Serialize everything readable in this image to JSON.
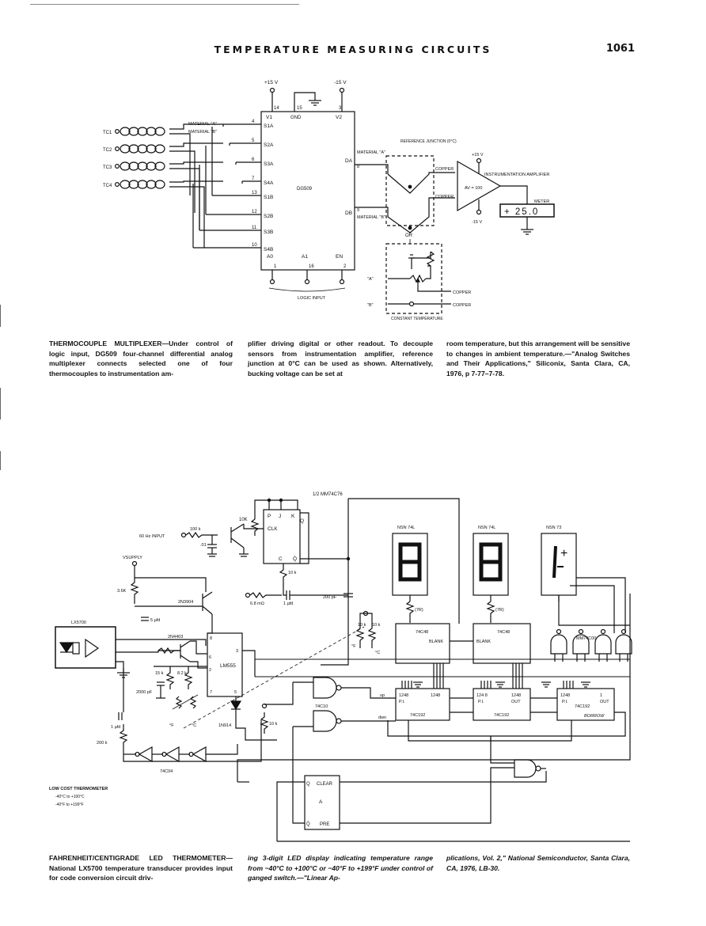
{
  "header": {
    "title": "TEMPERATURE MEASURING CIRCUITS",
    "page_number": "1061"
  },
  "fig1": {
    "supply_pos": "+15 V",
    "supply_neg": "-15 V",
    "pin14": "14",
    "pin15": "15",
    "pin3": "3",
    "v1": "V1",
    "gnd": "GND",
    "v2": "V2",
    "tc1": "TC1",
    "tc2": "TC2",
    "tc3": "TC3",
    "tc4": "TC4",
    "material_a": "MATERIAL \"A\"",
    "material_b": "MATERIAL \"B\"",
    "pins_left": [
      "4",
      "5",
      "6",
      "7",
      "13",
      "12",
      "11",
      "10"
    ],
    "switches": [
      "S1A",
      "S2A",
      "S3A",
      "S4A",
      "S1B",
      "S2B",
      "S3B",
      "S4B"
    ],
    "chip": "DG509",
    "da": "DA",
    "db": "DB",
    "pin8": "8",
    "pin9": "9",
    "out_mat_a": "MATERIAL \"A\"",
    "out_mat_b": "MATERIAL \"B\"",
    "a0": "A0",
    "a1": "A1",
    "en": "EN",
    "pin1": "1",
    "pin16": "16",
    "pin2": "2",
    "logic_input": "LOGIC INPUT",
    "ref_junction": "REFERENCE JUNCTION (0°C)",
    "copper1": "COPPER",
    "copper2": "COPPER",
    "amp_supply_pos": "+15 V",
    "amp_supply_neg": "-15 V",
    "amp_label": "INSTRUMENTATION AMPLIFIER",
    "av": "AV = 100",
    "meter": "METER",
    "meter_reading": "+ 25.0",
    "or": "OR",
    "junction_a": "\"A\"",
    "junction_b": "\"B\"",
    "copper3": "COPPER",
    "copper4": "COPPER",
    "constant_temp": "CONSTANT TEMPERATURE"
  },
  "caption1": {
    "title": "THERMOCOUPLE MULTIPLEXER",
    "col1": "—Under control of logic input, DG509 four-channel differential analog multiplexer connects selected one of four thermocouples to instrumentation am-",
    "col2": "plifier driving digital or other readout. To decouple sensors from instrumentation amplifier, reference junction at 0°C can be used as shown. Alternatively, bucking voltage can be set at",
    "col3": "room temperature, but this arrangement will be sensitive to changes in ambient temperature.—\"Analog Switches and Their Applications,\" Siliconix, Santa Clara, CA, 1976, p 7-77–7-78."
  },
  "fig2": {
    "ff_label": "1/2 MM74C76",
    "p": "P",
    "j": "J",
    "k": "K",
    "clk": "CLK",
    "q": "Q",
    "c": "C",
    "qbar": "Q̄",
    "r10k_top": "10K",
    "r100k": "100 k",
    "input_60hz": "60 Hz INPUT",
    "cap01": ".01",
    "vsupply": "VSUPPLY",
    "r36k": "3.6K",
    "t2n3904": "2N3904",
    "cap5uf": "5 µfd",
    "lx5700": "LX5700",
    "t2n4403": "2N4403",
    "r10k_mid": "10 k",
    "r68meg": "6.8 mΩ",
    "cap1uf": "1 µfd",
    "cap200pf": "200 pF",
    "lm555": "LM555",
    "pin8": "8",
    "pin3": "3",
    "pin6": "6",
    "pin2": "2",
    "pin7": "7",
    "pin5": "5",
    "r15k": "15 k",
    "r82k": "8.2 k",
    "cap2000pf": "2000 pF",
    "f_label": "°F",
    "c_label": "°C",
    "d1n914": "1N914",
    "cap1uf_b": "1 µfd",
    "r200k": "200 k",
    "inv74c04": "74C04",
    "r10k_a": "10 k",
    "r10k_b": "10 k",
    "f_label2": "°F",
    "c_label2": "°C",
    "nand74c10": "74C10",
    "r10k_c": "10 k",
    "up": "up",
    "dwn": "dwn",
    "clear": "CLEAR",
    "a": "A",
    "pre": "PRE",
    "q_top": "Q",
    "q_bot": "Q̄",
    "disp1": "NSN 74L",
    "disp2": "NSN 74L",
    "disp3": "NSN 73",
    "disp3_plus": "+",
    "r7r_1": "(7R)",
    "r7r_2": "(7R)",
    "dec1": "74C48",
    "blank1": "BLANK",
    "dec2": "74C48",
    "blank2": "BLANK",
    "mm74c00": "MM74C00",
    "cnt1_in": "1248",
    "cnt1_pi": "P.I.",
    "cnt1_out": "1248",
    "cnt1": "74C192",
    "cnt2_in": "124 8",
    "cnt2_pi": "P.I.",
    "cnt2_out": "1248",
    "cnt2_outl": "OUT",
    "cnt2": "74C192",
    "cnt3_in": "1248",
    "cnt3_pi": "P.I.",
    "cnt3_out": "1",
    "cnt3_outl": "OUT",
    "cnt3": "74C192",
    "borrow": "BORROW",
    "title": "LOW COST THERMOMETER",
    "range_c": "-40°C to +100°C",
    "range_f": "-40°F to +199°F"
  },
  "caption2": {
    "title": "FAHRENHEIT/CENTIGRADE LED THERMOMETER",
    "col1": "—National LX5700 temperature transducer provides input for code conversion circuit driv-",
    "col2": "ing 3-digit LED display indicating temperature range from −40°C to +100°C or −40°F to +199°F under control of ganged switch.—\"Linear Ap-",
    "col3": "plications, Vol. 2,\" National Semiconductor, Santa Clara, CA, 1976, LB-30."
  }
}
